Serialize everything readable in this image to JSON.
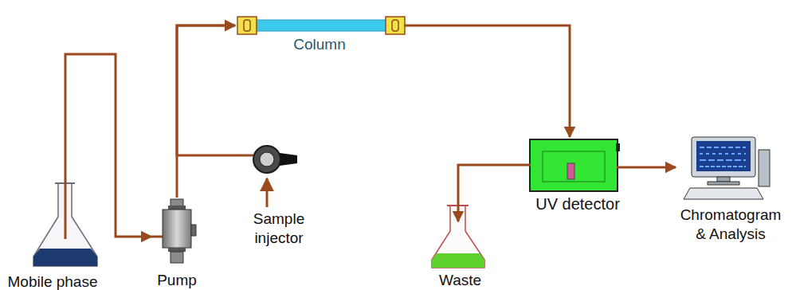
{
  "diagram": {
    "nodes": [
      {
        "text": [
          "Mobile phase"
        ]
      },
      {
        "text": [
          "Pump"
        ]
      },
      {
        "text": [
          "Sample injector"
        ]
      },
      {
        "text": [
          "Column"
        ]
      },
      {
        "text": [
          "UV detector"
        ]
      },
      {
        "text": [
          "Waste"
        ]
      },
      {
        "text": [
          "Chromatogram & Analysis"
        ]
      }
    ],
    "edges": [
      {
        "from": 0,
        "to": 1,
        "arrow": "to"
      },
      {
        "from": 1,
        "to": 3,
        "arrow": "to"
      },
      {
        "from": 2,
        "to": 3,
        "arrow": "to"
      },
      {
        "from": 3,
        "to": 4,
        "arrow": "to"
      },
      {
        "from": 4,
        "to": 5,
        "arrow": "to"
      },
      {
        "from": 4,
        "to": 6,
        "arrow": "to"
      }
    ]
  }
}
